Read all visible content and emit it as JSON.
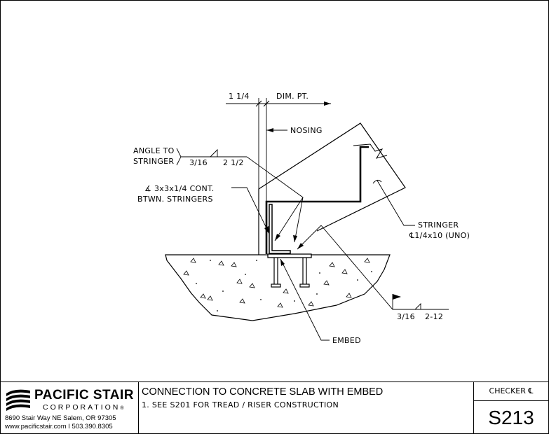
{
  "labels": {
    "dim_1_1_4": "1 1/4",
    "dim_pt": "DIM. PT.",
    "nosing": "NOSING",
    "angle_to": "ANGLE TO",
    "stringer_word": "STRINGER",
    "weld_1_size": "3/16",
    "weld_1_length": "2 1/2",
    "angle_cont": "∡ 3x3x1/4 CONT.",
    "btwn_stringers": "BTWN. STRINGERS",
    "stringer_callout": "STRINGER",
    "stringer_size": "℄1/4x10 (UNO)",
    "weld_2_size": "3/16",
    "weld_2_length": "2-12",
    "embed": "EMBED"
  },
  "title_block": {
    "company_name": "PACIFIC STAIR",
    "company_sub": "CORPORATION",
    "registered_mark": "®",
    "address": "8690 Stair Way NE Salem, OR 97305",
    "web_phone": "www.pacificstair.com  I  503.390.8305",
    "drawing_title": "CONNECTION TO CONCRETE SLAB WITH EMBED",
    "note": "1.  SEE S201 FOR TREAD / RISER CONSTRUCTION",
    "checker": "CHECKER ℄",
    "sheet_number": "S213"
  }
}
